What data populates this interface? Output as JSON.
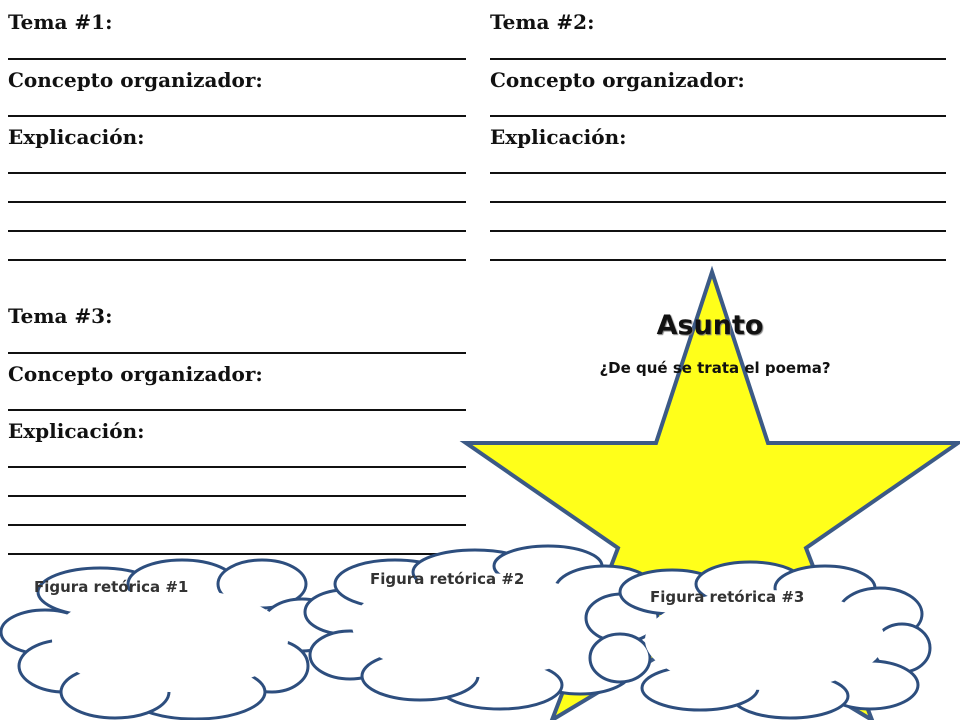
{
  "tema1": {
    "title": "Tema #1:",
    "organizer": "Concepto organizador:",
    "explanation": "Explicación:"
  },
  "tema2": {
    "title": "Tema #2:",
    "organizer": "Concepto organizador:",
    "explanation": "Explicación:"
  },
  "tema3": {
    "title": "Tema #3:",
    "organizer": "Concepto organizador:",
    "explanation": "Explicación:"
  },
  "asunto": {
    "title": "Asunto",
    "question": "¿De qué se trata el poema?"
  },
  "clouds": [
    {
      "label": "Figura retórica #1"
    },
    {
      "label": "Figura retórica #2"
    },
    {
      "label": "Figura retórica #3"
    }
  ],
  "colors": {
    "star_fill": "#ffff1a",
    "star_stroke": "#3c5a86",
    "cloud_stroke": "#2d4e7e",
    "line": "#111111"
  }
}
